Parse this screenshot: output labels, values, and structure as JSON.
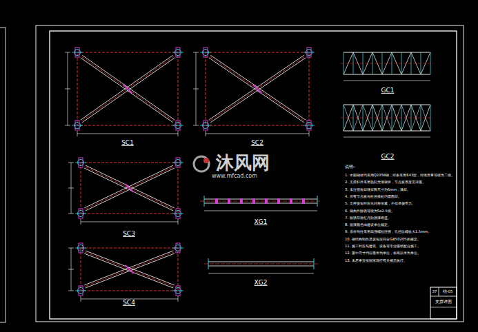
{
  "diagram": {
    "labels": [
      "SC1",
      "SC2",
      "SC3",
      "SC4",
      "XG1",
      "XG2",
      "GC1",
      "GC2",
      "说明:",
      "1. 本图钢材均采用Q235B钢，焊条采用E43型，焊缝质量等级为二级。",
      "2. 支撑杆件采用热轧无缝钢管，节点板厚度见详图。",
      "3. 未注明角焊缝焊脚尺寸为6mm，满焊。",
      "4. 所有节点板与柱连接处均需围焊。",
      "5. 支撑安装时应先对称张紧，不得单侧受力。",
      "6. 钢构件除锈等级为Sa2.5级。",
      "7. 除锈后涂红丹防锈漆两道。",
      "8. 面漆颜色由建设单位确定。",
      "9. 系杆与柱采用高强螺栓连接，孔径比螺栓大1.5mm。",
      "10. 钢结构制作及安装应符合GB50205的规定。",
      "11. 施工时应与建筑、设备等专业图纸配合施工。",
      "12. 图中尺寸均以毫米为单位，标高以米为单位。",
      "13. 未尽事宜按国家现行有关规范执行。",
      "沐风网",
      "www.mfcad.com",
      "37",
      "结-05",
      "支撑详图"
    ]
  }
}
